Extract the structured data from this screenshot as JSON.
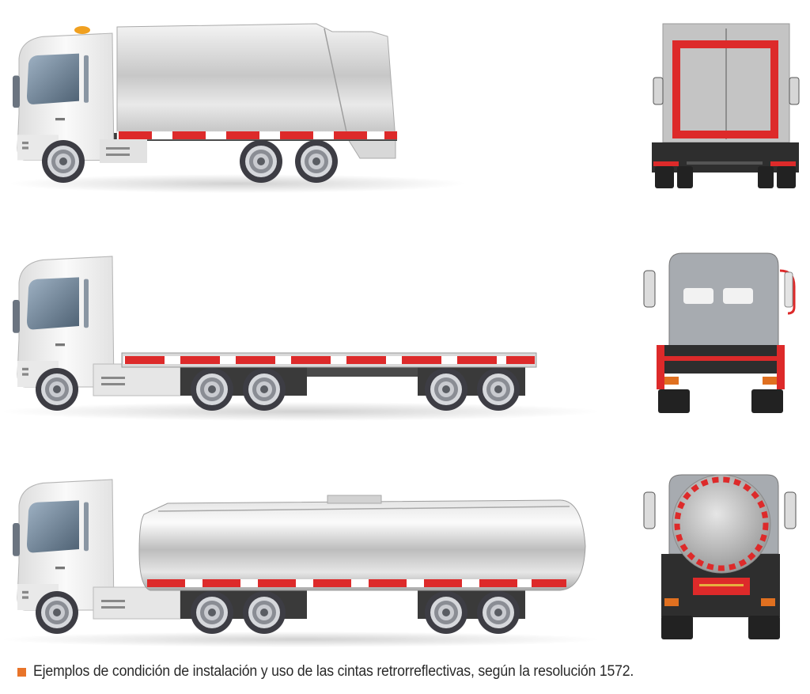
{
  "caption": {
    "text": "Ejemplos de condición de instalación y uso de las cintas retrorreflectivas, según la resolución 1572."
  },
  "colors": {
    "tape_red": "#dd2a2a",
    "tape_white": "#ffffff",
    "bullet": "#e8742a"
  },
  "vehicles": [
    {
      "id": "garbage-truck",
      "views": [
        "side",
        "rear"
      ]
    },
    {
      "id": "flatbed-trailer",
      "views": [
        "side",
        "rear"
      ]
    },
    {
      "id": "tanker-trailer",
      "views": [
        "side",
        "rear"
      ]
    }
  ]
}
